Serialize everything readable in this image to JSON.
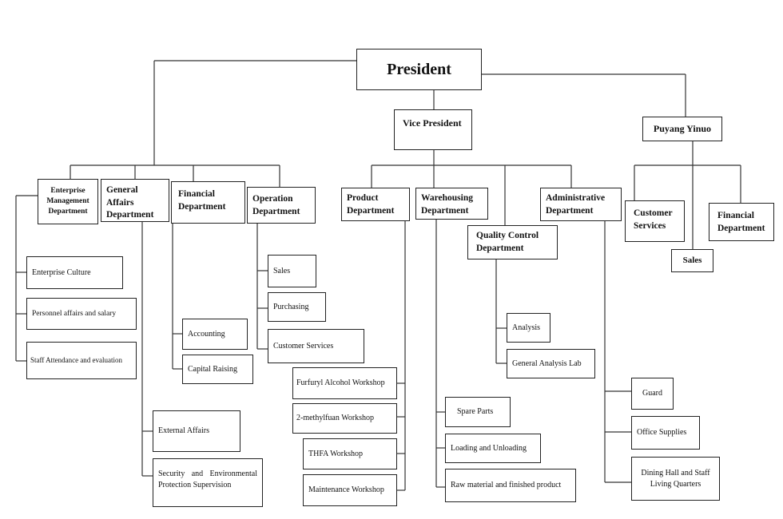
{
  "top": {
    "president": "President",
    "vice_president": "Vice President",
    "puyang": "Puyang Yinuo"
  },
  "departments": {
    "enterprise_mgmt": "Enterprise Management Department",
    "general_affairs": "General Affairs Department",
    "financial": "Financial Department",
    "operation": "Operation Department",
    "product": "Product Department",
    "warehousing": "Warehousing Department",
    "quality_control": "Quality Control Department",
    "administrative": "Administrative Department"
  },
  "puyang_units": {
    "customer_services": "Customer Services",
    "sales": "Sales",
    "financial": "Financial Department"
  },
  "enterprise_units": [
    "Enterprise Culture",
    "Personnel affairs and salary",
    "Staff Attendance and evaluation"
  ],
  "general_affairs_units": [
    "External Affairs",
    "Security and Environmental Protection Supervision"
  ],
  "financial_units": [
    "Accounting",
    "Capital Raising"
  ],
  "operation_units": [
    "Sales",
    "Purchasing",
    "Customer Services"
  ],
  "product_units": [
    "Furfuryl Alcohol Workshop",
    "2-methylfuan Workshop",
    "THFA Workshop",
    "Maintenance Workshop"
  ],
  "warehousing_units": [
    "Spare Parts",
    "Loading and Unloading",
    "Raw material and finished product"
  ],
  "quality_units": [
    "Analysis",
    "General Analysis Lab"
  ],
  "admin_units": [
    "Guard",
    "Office Supplies",
    "Dining Hall and Staff Living Quarters"
  ]
}
